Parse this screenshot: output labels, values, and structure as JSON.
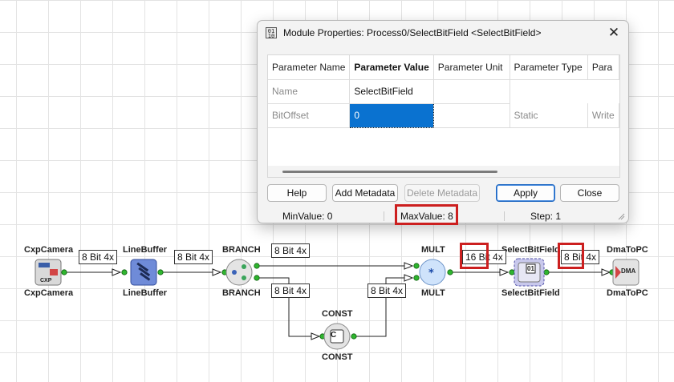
{
  "dialog": {
    "title": "Module Properties: Process0/SelectBitField <SelectBitField>",
    "columns": [
      "Parameter Name",
      "Parameter Value",
      "Parameter Unit",
      "Parameter Type",
      "Para"
    ],
    "rows": [
      [
        "Name",
        "SelectBitField",
        "",
        "",
        ""
      ],
      [
        "BitOffset",
        "0",
        "",
        "Static",
        "Write"
      ]
    ],
    "buttons": {
      "help": "Help",
      "add_metadata": "Add Metadata",
      "delete_metadata": "Delete Metadata",
      "apply": "Apply",
      "close": "Close"
    },
    "status": {
      "min": "MinValue: 0",
      "max": "MaxValue: 8",
      "step": "Step: 1"
    }
  },
  "modules": {
    "cxp": {
      "name": "CxpCamera",
      "icon_text": "CXP"
    },
    "linebuffer": {
      "name": "LineBuffer"
    },
    "branch": {
      "name": "BRANCH"
    },
    "mult": {
      "name": "MULT"
    },
    "const": {
      "name": "CONST",
      "icon_text": "C"
    },
    "selectbitfield": {
      "name": "SelectBitField",
      "icon_text": "01"
    },
    "dmatopc": {
      "name": "DmaToPC",
      "icon_text": "DMA"
    }
  },
  "links": {
    "cxp_lb": "8 Bit 4x",
    "lb_branch": "8 Bit 4x",
    "branch_mult": "8 Bit 4x",
    "branch_const": "8 Bit 4x",
    "const_mult": "8 Bit 4x",
    "mult_sbf": "16 Bit 4x",
    "sbf_dma": "8 Bit 4x"
  },
  "colors": {
    "highlight": "#cc1f1f",
    "selection": "#0a72d0",
    "port": "#2fb52f"
  }
}
